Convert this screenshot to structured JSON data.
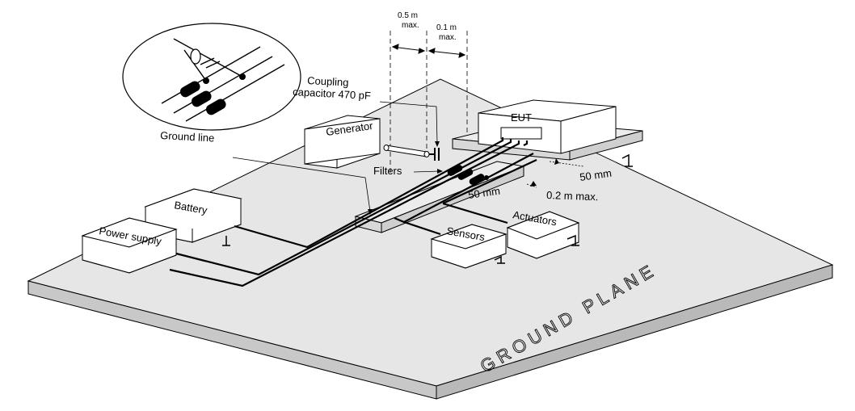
{
  "colors": {
    "ground_plane_top": "#e6e6e6",
    "ground_plane_side": "#c8c8c8",
    "box_fill": "#ffffff",
    "line": "#000000",
    "bench_fill": "#ececec"
  },
  "labels": {
    "distance_a": "0.5 m",
    "distance_a_max": "max.",
    "distance_b": "0.1 m",
    "distance_b_max": "max.",
    "coupling_line1": "Coupling",
    "coupling_line2": "capacitor 470 pF",
    "generator": "Generator",
    "ground_line": "Ground line",
    "filters": "Filters",
    "eut": "EUT",
    "height_eut": "50 mm",
    "height_bench": "50 mm",
    "bench_distance": "0.2 m max.",
    "battery": "Battery",
    "power_supply": "Power supply",
    "sensors": "Sensors",
    "actuators": "Actuators",
    "ground_plane": "GROUND PLANE"
  }
}
